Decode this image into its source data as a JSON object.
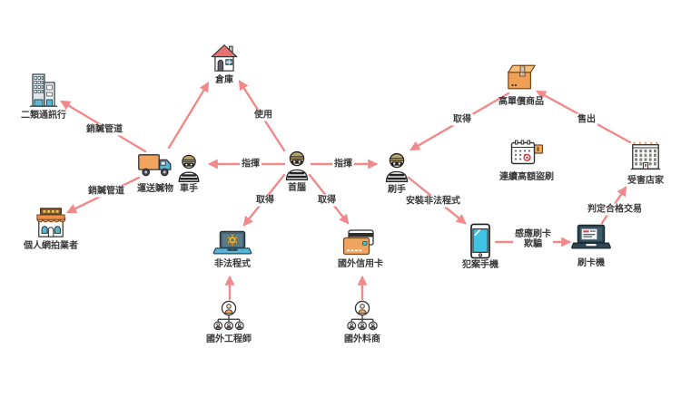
{
  "diagram_type": "fraud-scheme-flowchart",
  "colors": {
    "background": "#ffffff",
    "arrow": "#f08a8a",
    "label_text": "#3a3a3a",
    "accent_orange": "#f1a45f",
    "accent_teal": "#57b5d8",
    "accent_red": "#cf4949",
    "accent_yellow": "#f2c34c",
    "screen_cyan": "#3fc3e3",
    "outline_dark": "#333333"
  },
  "nodes": {
    "telecom_shop": {
      "label": "二類通訊行",
      "icon": "office-building-icon"
    },
    "online_seller": {
      "label": "個人網拍業者",
      "icon": "storefront-icon"
    },
    "courier_truck": {
      "label": "運送贓物",
      "icon": "truck-icon"
    },
    "courier_person": {
      "label": "車手",
      "icon": "burglar-icon"
    },
    "warehouse": {
      "label": "倉庫",
      "icon": "house-icon"
    },
    "mastermind": {
      "label": "首腦",
      "icon": "burglar-icon"
    },
    "swiper": {
      "label": "刷手",
      "icon": "burglar-icon"
    },
    "goods": {
      "label": "高單價商品",
      "icon": "package-box-icon"
    },
    "fraud_record": {
      "label": "連續高額盜刷",
      "icon": "calendar-icon"
    },
    "victim_store": {
      "label": "受害店家",
      "icon": "store-building-icon"
    },
    "illegal_program": {
      "label": "非法程式",
      "icon": "laptop-gear-icon"
    },
    "foreign_card": {
      "label": "國外信用卡",
      "icon": "credit-cards-icon"
    },
    "crime_phone": {
      "label": "犯案手機",
      "icon": "smartphone-icon"
    },
    "card_reader": {
      "label": "刷卡機",
      "icon": "laptop-document-icon"
    },
    "foreign_engineers": {
      "label": "國外工程師",
      "icon": "org-chart-icon"
    },
    "foreign_supplier": {
      "label": "國外料商",
      "icon": "org-chart-icon"
    }
  },
  "edges": [
    {
      "from": "courier",
      "to": "telecom_shop",
      "label": "銷贓管道"
    },
    {
      "from": "courier",
      "to": "online_seller",
      "label": "銷贓管道"
    },
    {
      "from": "courier",
      "to": "warehouse",
      "label": ""
    },
    {
      "from": "mastermind",
      "to": "warehouse",
      "label": "使用"
    },
    {
      "from": "mastermind",
      "to": "courier",
      "label": "指揮"
    },
    {
      "from": "mastermind",
      "to": "swiper",
      "label": "指揮"
    },
    {
      "from": "mastermind",
      "to": "illegal_program",
      "label": "取得"
    },
    {
      "from": "mastermind",
      "to": "foreign_card",
      "label": "取得"
    },
    {
      "from": "goods",
      "to": "swiper",
      "label": "取得"
    },
    {
      "from": "victim_store",
      "to": "goods",
      "label": "售出"
    },
    {
      "from": "swiper",
      "to": "crime_phone",
      "label": "安裝非法程式"
    },
    {
      "from": "crime_phone",
      "to": "card_reader",
      "label": "感應刷卡",
      "label2": "欺騙"
    },
    {
      "from": "card_reader",
      "to": "victim_store",
      "label": "判定合格交易"
    },
    {
      "from": "foreign_engineers",
      "to": "illegal_program",
      "label": ""
    },
    {
      "from": "foreign_supplier",
      "to": "foreign_card",
      "label": ""
    }
  ]
}
